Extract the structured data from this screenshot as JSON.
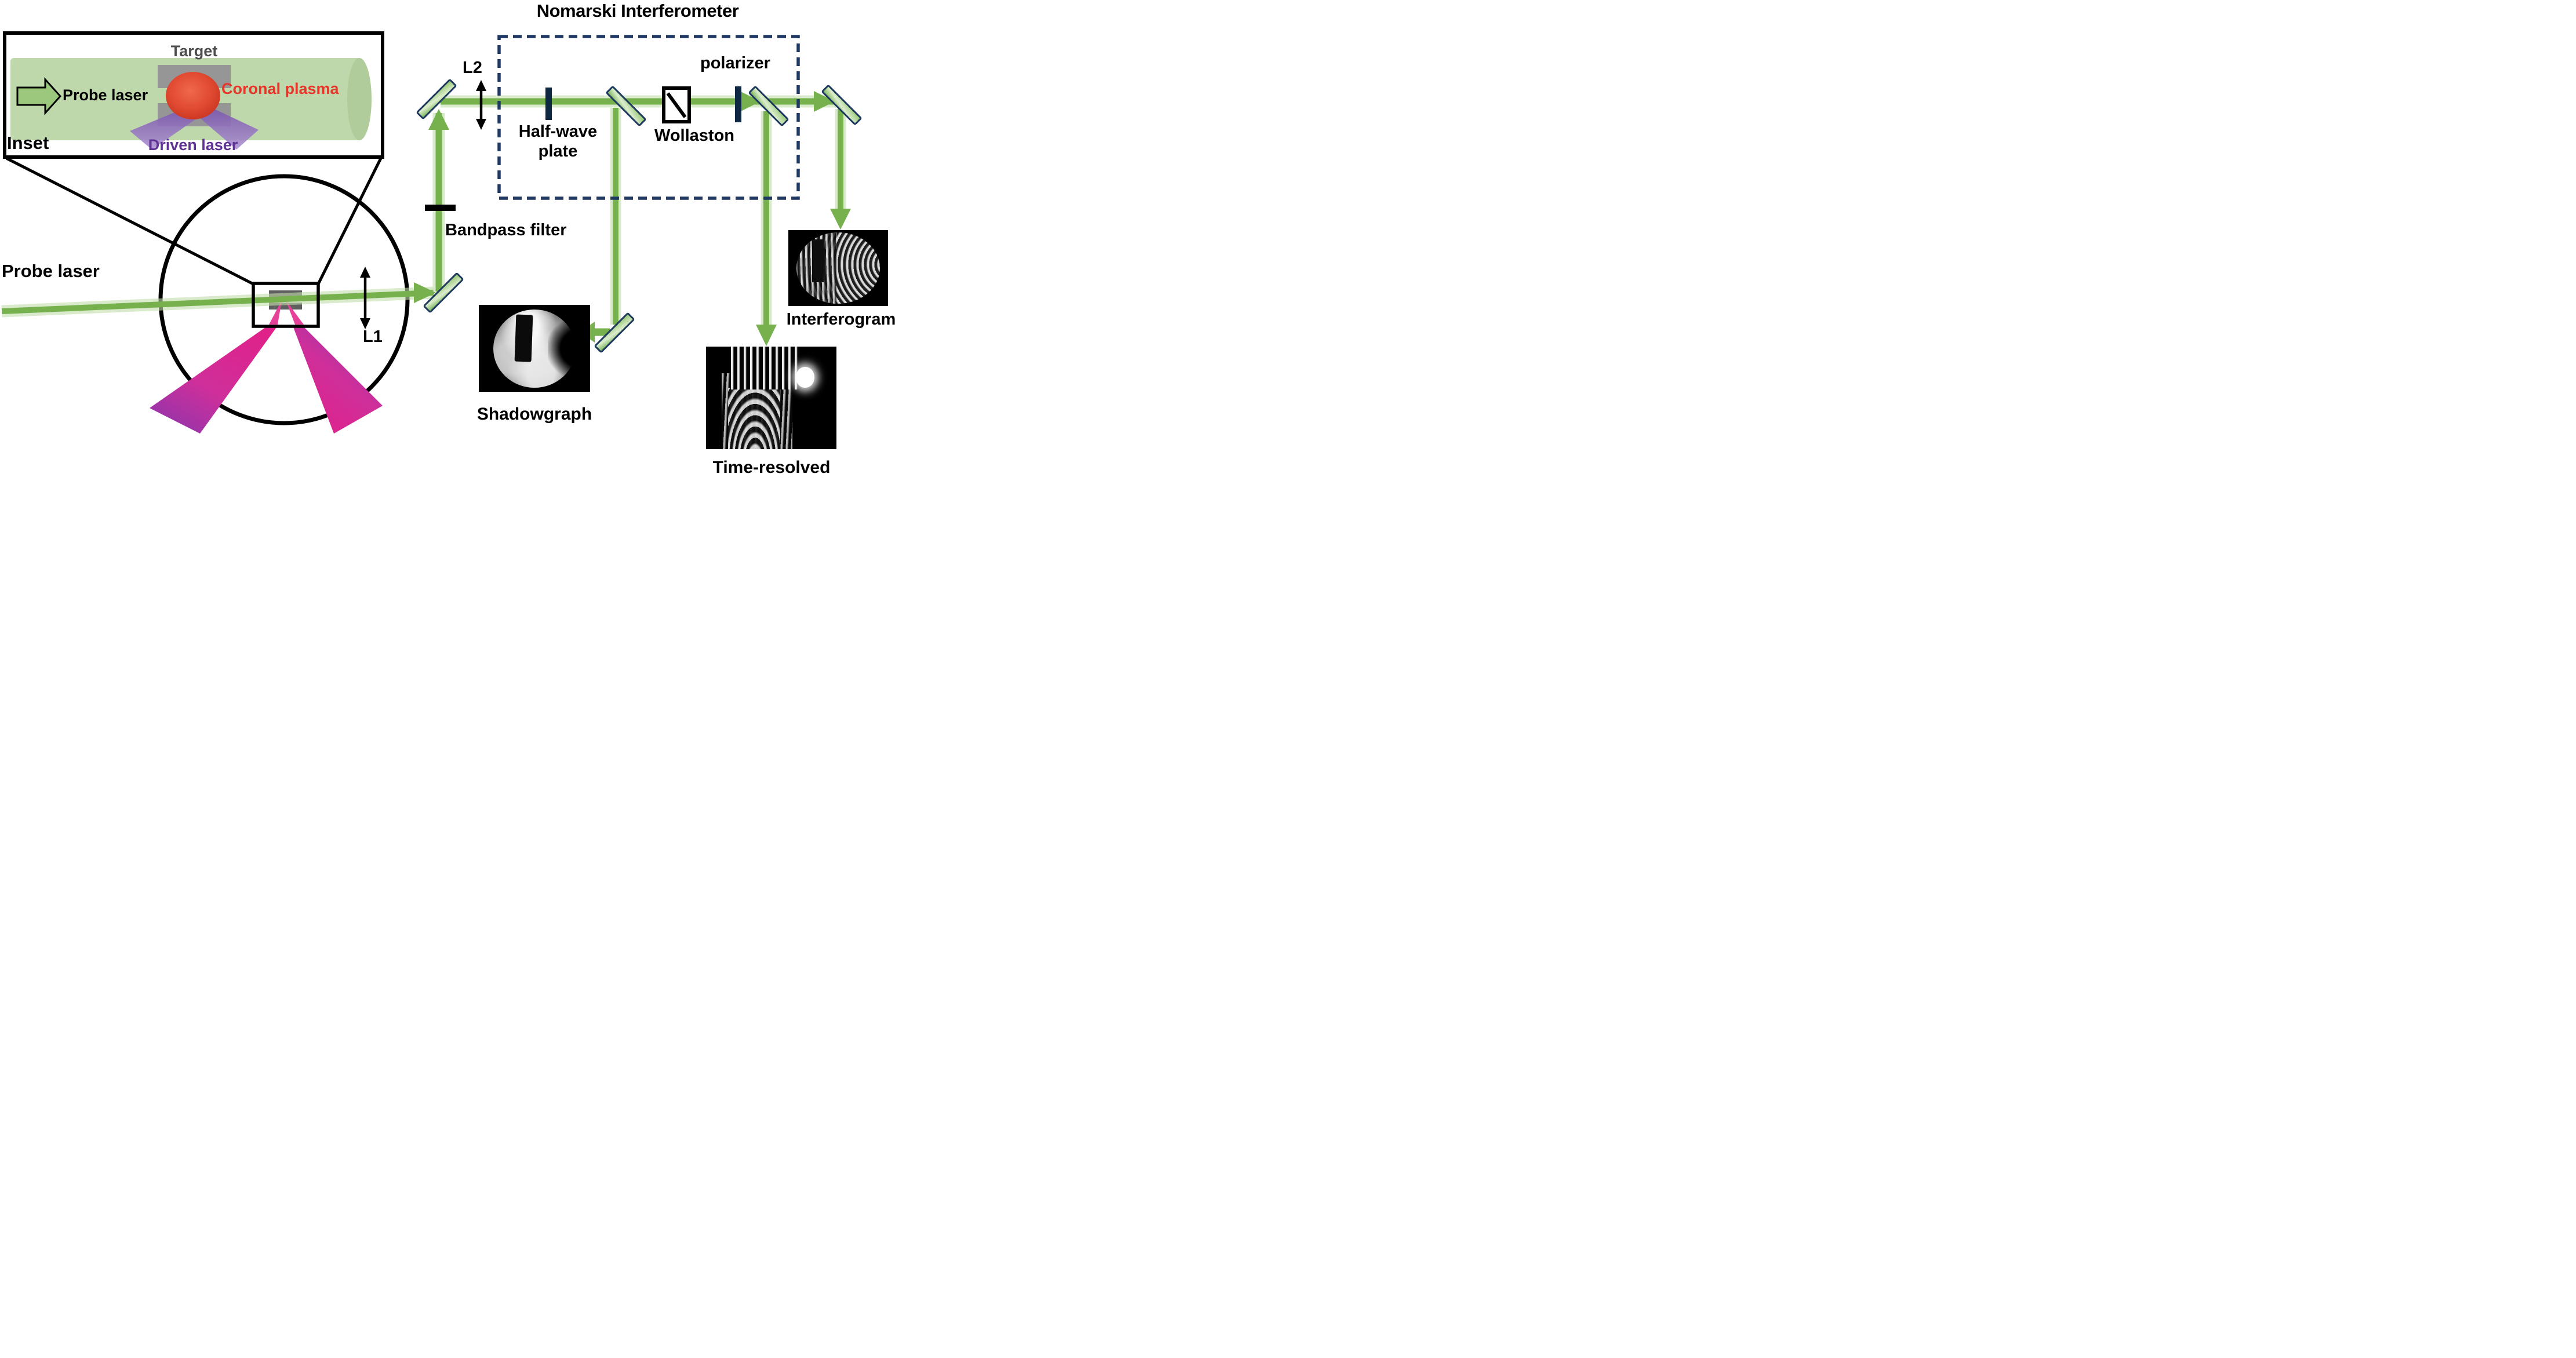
{
  "title": "Nomarski Interferometer",
  "inset": {
    "frame_label": "Inset",
    "target_label": "Target",
    "probe_laser_label": "Probe laser",
    "coronal_plasma_label": "Coronal plasma",
    "driven_laser_label": "Driven laser"
  },
  "beamline": {
    "probe_laser_label": "Probe laser",
    "lens1_label": "L1",
    "lens2_label": "L2",
    "bandpass_filter_label": "Bandpass filter"
  },
  "interferometer": {
    "half_wave_plate_line1": "Half-wave",
    "half_wave_plate_line2": "plate",
    "wollaston_label": "Wollaston",
    "polarizer_label": "polarizer"
  },
  "outputs": {
    "shadowgraph_caption": "Shadowgraph",
    "interferogram_caption": "Interferogram",
    "time_resolved_caption": "Time-resolved"
  },
  "colors": {
    "beam_green": "#76b14e",
    "beam_glow": "#c3ddab",
    "mirror_border": "#1e3a5f",
    "dashed_box_navy": "#1f3864",
    "coronal_plasma_red": "#e8352a",
    "driven_laser_purple": "#5f3393",
    "target_gray": "#4d4d4d",
    "cone_pink": "#e0218a",
    "cone_purple": "#8d35ad"
  }
}
